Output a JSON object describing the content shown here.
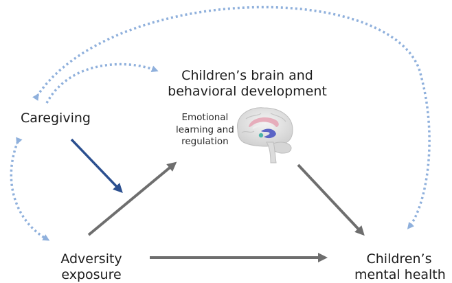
{
  "nodes": {
    "caregiving": "Caregiving",
    "brain_development": {
      "line1": "Children’s brain and",
      "line2": "behavioral development"
    },
    "emotional": {
      "line1": "Emotional",
      "line2": "learning and",
      "line3": "regulation"
    },
    "adversity": {
      "line1": "Adversity",
      "line2": "exposure"
    },
    "mental_health": {
      "line1": "Children’s",
      "line2": "mental health"
    }
  },
  "colors": {
    "dotted_link": "#8fb0dc",
    "caregiving_arrow": "#2b4f8f",
    "grey_arrow": "#6e6e6e",
    "brain_outline": "#c9c9c9",
    "brain_pink": "#e6a6b6",
    "brain_blue": "#5b64c6"
  },
  "icons": {
    "brain": "brain-illustration"
  }
}
